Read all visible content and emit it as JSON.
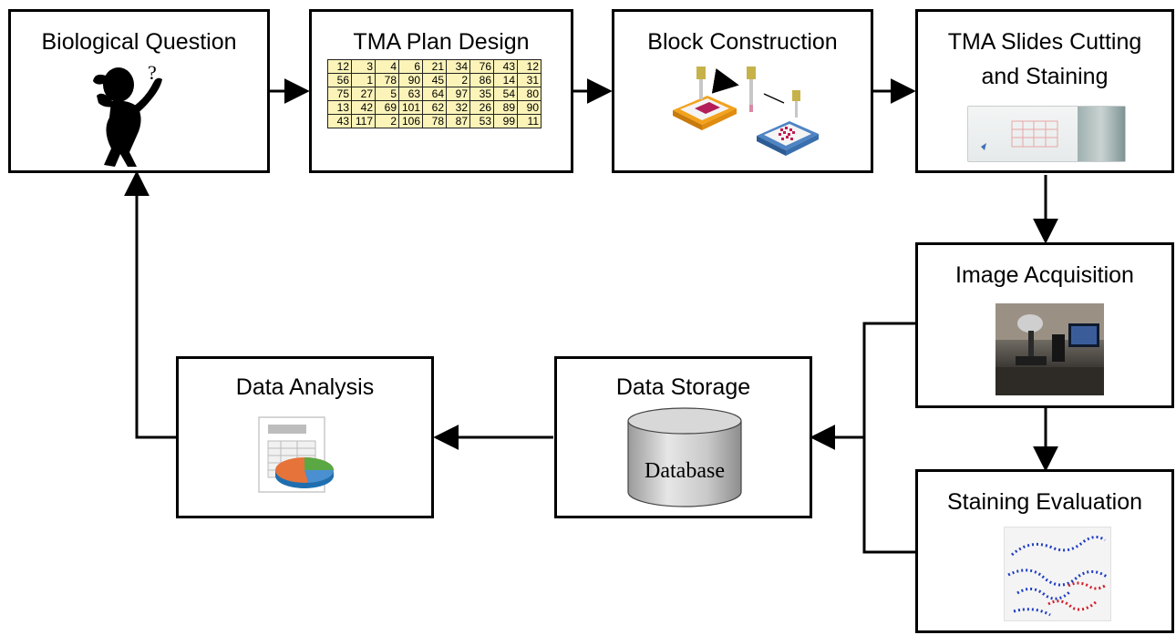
{
  "boxes": {
    "biological_question": {
      "title": "Biological Question"
    },
    "tma_plan_design": {
      "title": "TMA Plan Design"
    },
    "block_construction": {
      "title": "Block Construction"
    },
    "tma_slides": {
      "title_line1": "TMA Slides Cutting",
      "title_line2": "and Staining"
    },
    "image_acquisition": {
      "title": "Image Acquisition"
    },
    "staining_evaluation": {
      "title": "Staining Evaluation"
    },
    "data_storage": {
      "title": "Data Storage",
      "database_label": "Database"
    },
    "data_analysis": {
      "title": "Data Analysis"
    }
  },
  "tma_grid": [
    [
      "12",
      "3",
      "4",
      "6",
      "21",
      "34",
      "76",
      "43",
      "12"
    ],
    [
      "56",
      "1",
      "78",
      "90",
      "45",
      "2",
      "86",
      "14",
      "31"
    ],
    [
      "75",
      "27",
      "5",
      "63",
      "64",
      "97",
      "35",
      "54",
      "80"
    ],
    [
      "13",
      "42",
      "69",
      "101",
      "62",
      "32",
      "26",
      "89",
      "90"
    ],
    [
      "43",
      "117",
      "2",
      "106",
      "78",
      "87",
      "53",
      "99",
      "11"
    ]
  ],
  "icons": {
    "thinking_person": "thinking-person-icon",
    "tissue_block": "tissue-block-icon",
    "slide": "glass-slide-icon",
    "microscope_photo": "microscope-photo-icon",
    "stain_image": "stain-image-icon",
    "database": "database-cylinder-icon",
    "report_chart": "spreadsheet-pie-icon"
  },
  "colors": {
    "line": "#000000",
    "tma_cell_bg": "#fbf3b8"
  }
}
